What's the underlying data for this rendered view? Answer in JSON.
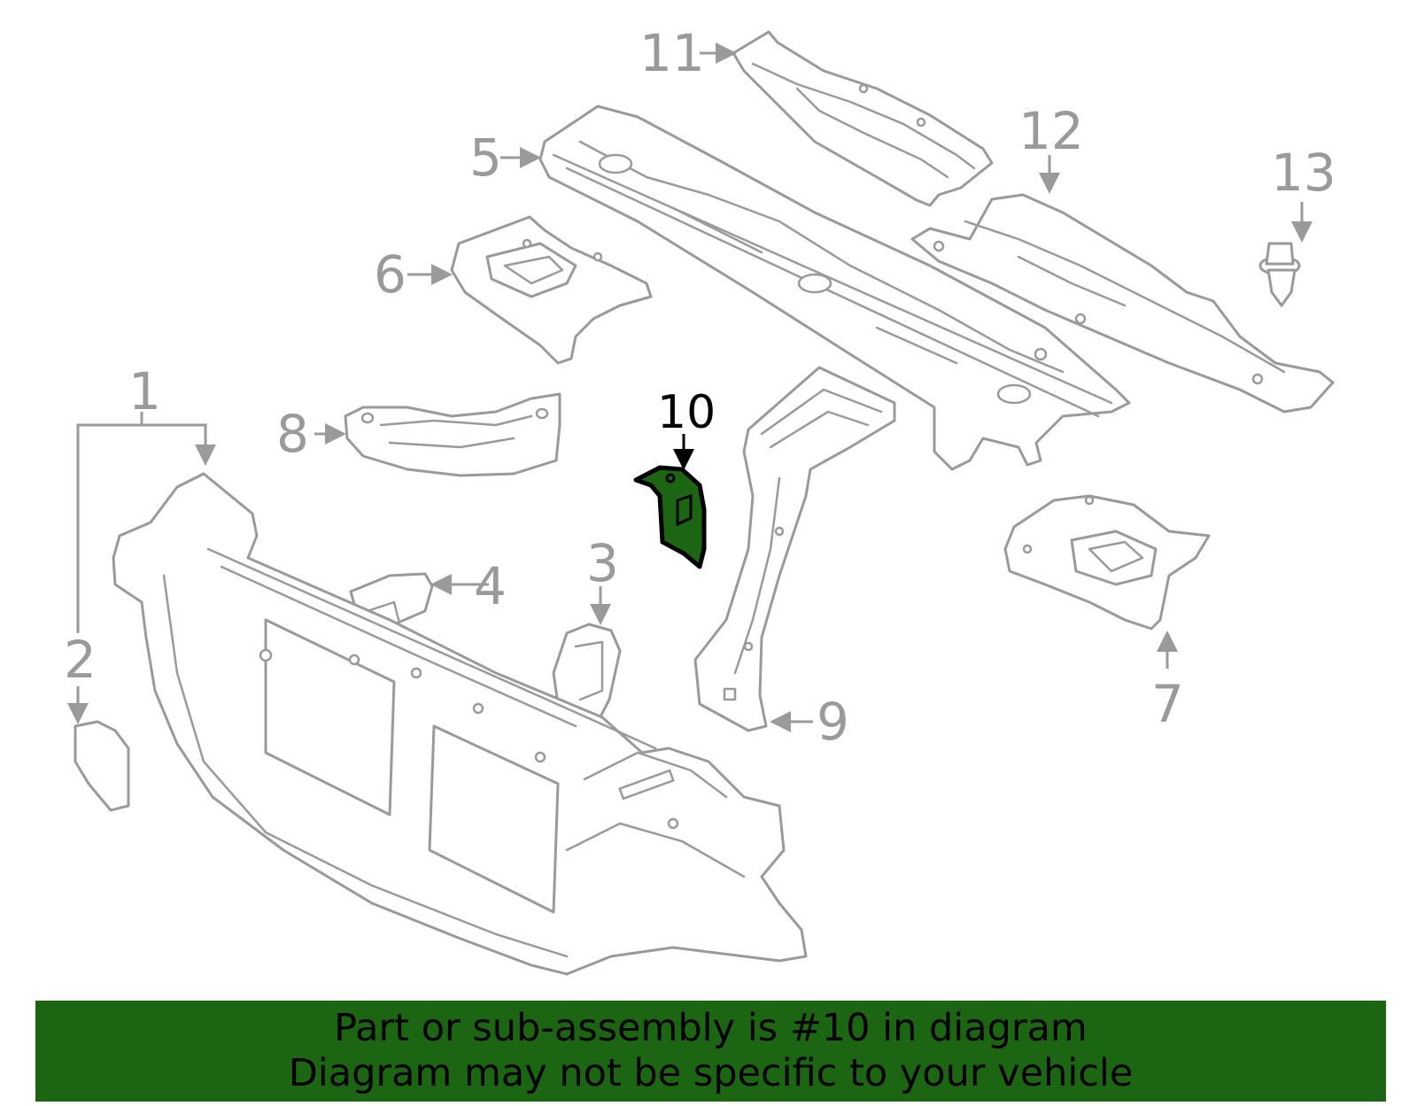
{
  "diagram": {
    "callouts": [
      "1",
      "2",
      "3",
      "4",
      "5",
      "6",
      "7",
      "8",
      "9",
      "10",
      "11",
      "12",
      "13"
    ],
    "highlighted_part": "10",
    "highlight_color": "#1c6512",
    "line_color": "#9a9a9a"
  },
  "banner": {
    "line1": "Part or sub-assembly is #10 in diagram",
    "line2": "Diagram may not be specific to your vehicle",
    "background": "#1c6512"
  }
}
